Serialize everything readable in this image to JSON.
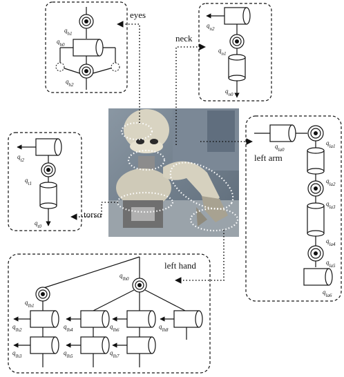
{
  "labels": {
    "eyes": "eyes",
    "neck": "neck",
    "left_arm": "left arm",
    "torso": "torso",
    "left_hand": "left hand"
  },
  "joints": {
    "eyes": [
      "q",
      "q",
      "q"
    ],
    "neck": [
      "q",
      "q",
      "q"
    ],
    "torso": [
      "q",
      "q",
      "q"
    ],
    "arm": [
      "q",
      "q",
      "q",
      "q",
      "q",
      "q",
      "q"
    ],
    "hand": [
      "q",
      "q",
      "q",
      "q",
      "q",
      "q",
      "q",
      "q",
      "q"
    ]
  },
  "subs": {
    "eyes": [
      "h1",
      "h0",
      "h2"
    ],
    "neck": [
      "n2",
      "n1",
      "n0"
    ],
    "torso": [
      "t2",
      "t1",
      "t0"
    ],
    "arm": [
      "la0",
      "la1",
      "la2",
      "la3",
      "la4",
      "la5",
      "la6"
    ],
    "hand": [
      "lh1",
      "lh0",
      "lh2",
      "lh3",
      "lh4",
      "lh5",
      "lh6",
      "lh7",
      "lh8"
    ]
  },
  "colors": {
    "line": "#111111",
    "photo_bg": "#6f7d8c",
    "robot_body": "#d9d4c2"
  }
}
